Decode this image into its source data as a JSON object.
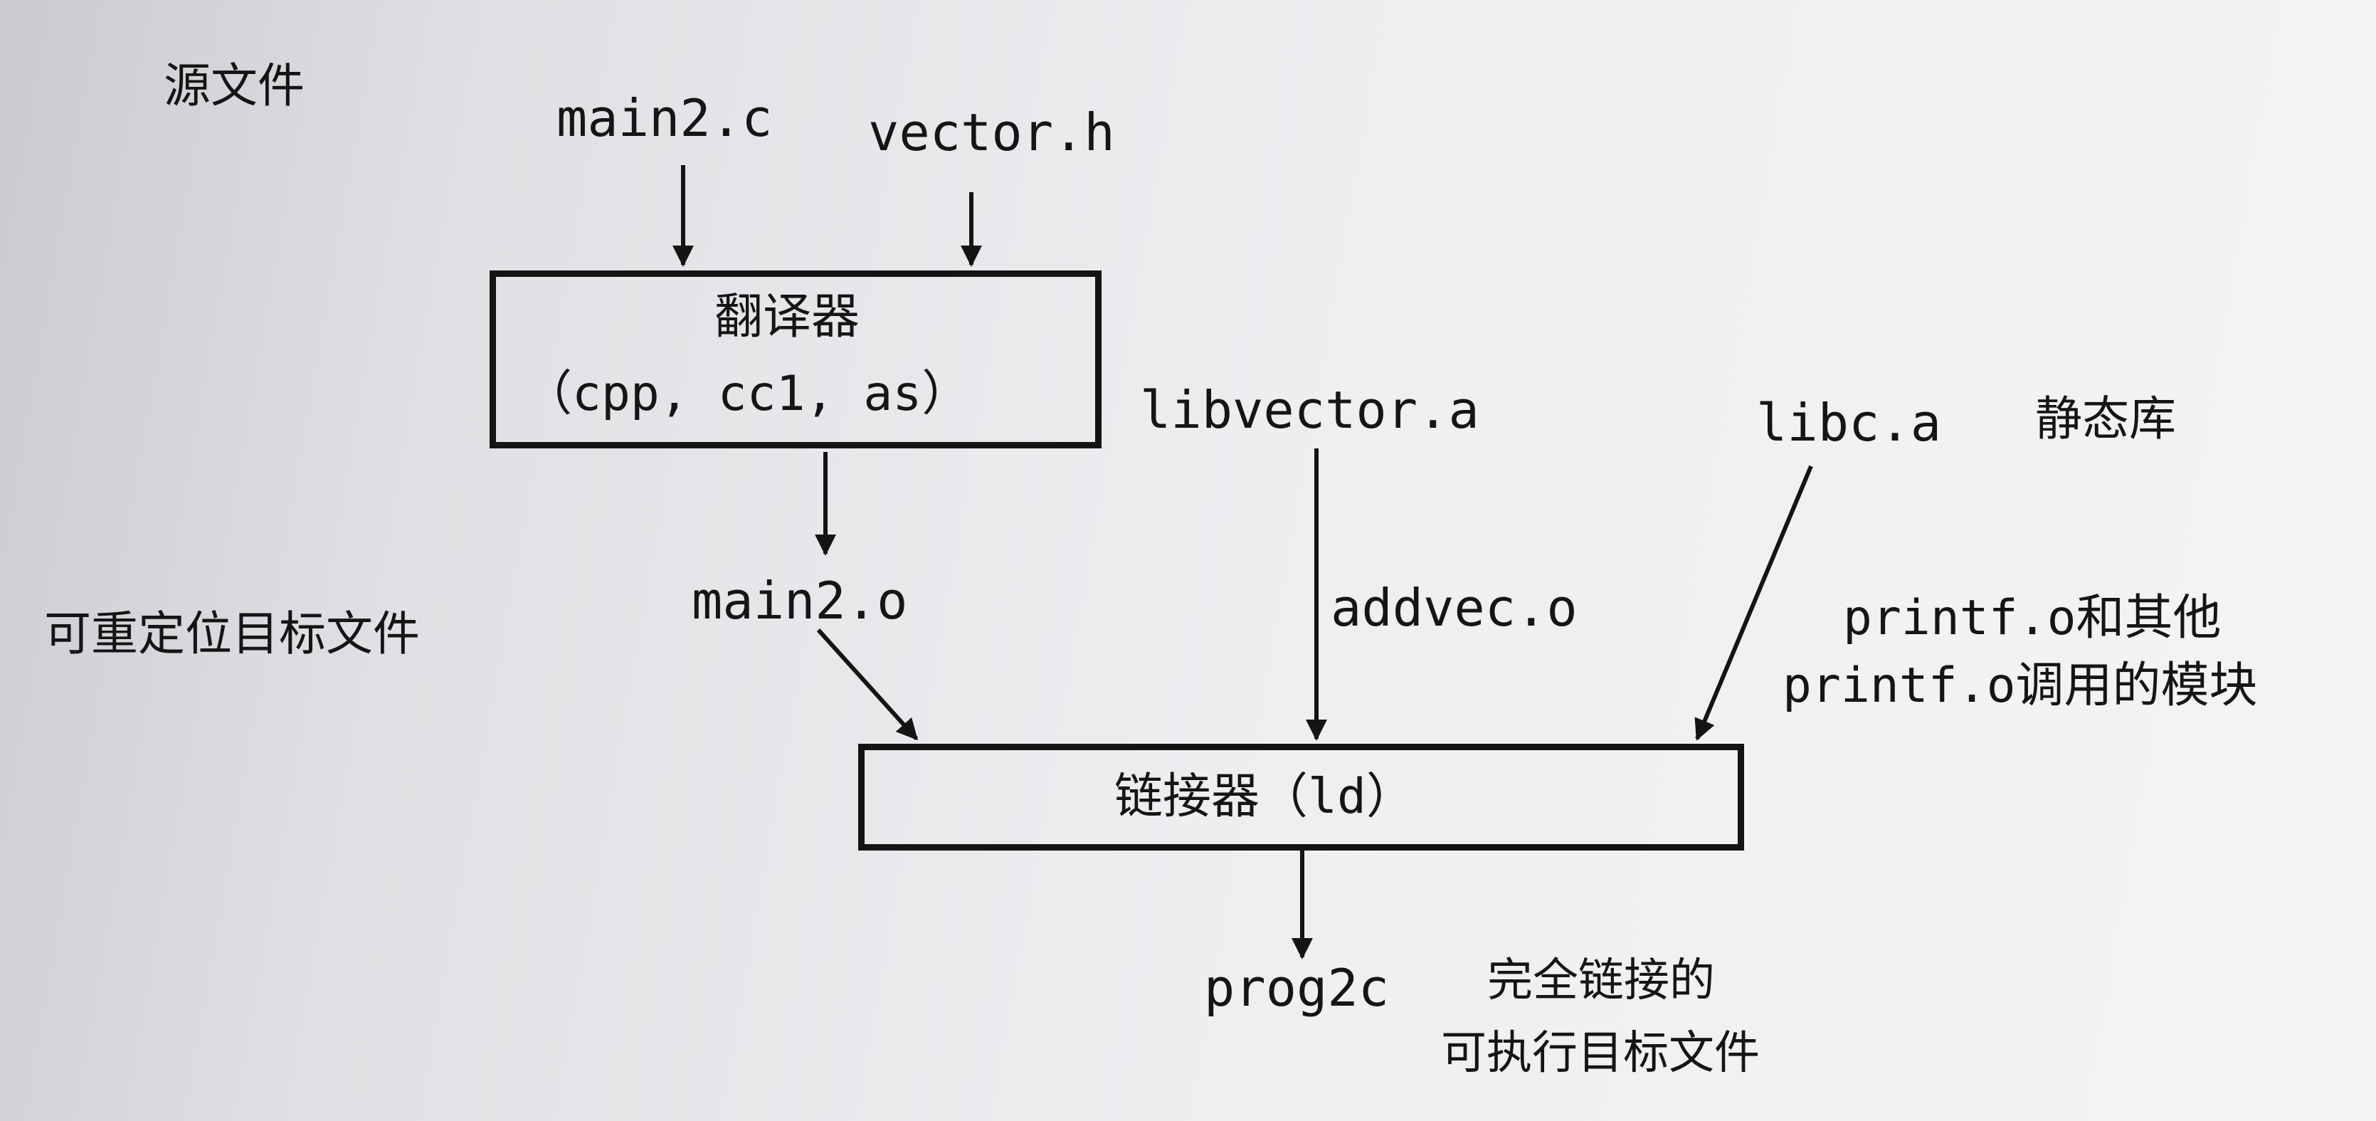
{
  "labels": {
    "source_files": "源文件",
    "relocatable_files": "可重定位目标文件",
    "static_libs": "静态库",
    "executable_line1": "完全链接的",
    "executable_line2": "可执行目标文件"
  },
  "sources": {
    "main_c": "main2.c",
    "vector_h": "vector.h"
  },
  "translator": {
    "title": "翻译器",
    "tools": "（cpp, cc1, as）"
  },
  "libraries": {
    "libvector": "libvector.a",
    "libc": "libc.a"
  },
  "objects": {
    "main_o": "main2.o",
    "addvec_o": "addvec.o",
    "printf_line1": "printf.o和其他",
    "printf_line2": "printf.o调用的模块"
  },
  "linker": {
    "label": "链接器（ld）"
  },
  "output": {
    "name": "prog2c"
  }
}
